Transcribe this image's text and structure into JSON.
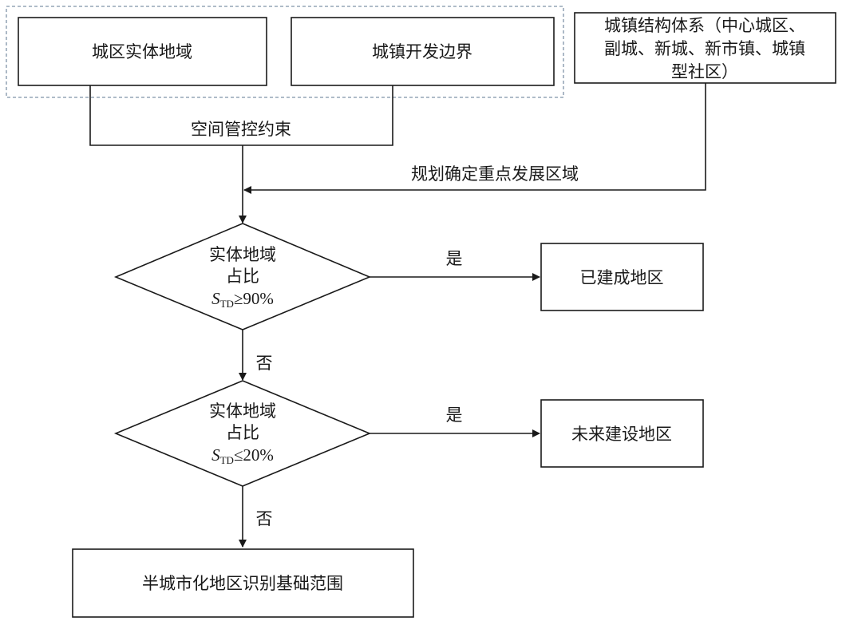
{
  "boxes": {
    "urban_entity": "城区实体地域",
    "town_boundary": "城镇开发边界",
    "structure_line1": "城镇结构体系（中心城区、",
    "structure_line2": "副城、新城、新市镇、城镇",
    "structure_line3": "型社区）",
    "built_area": "已建成地区",
    "future_area": "未来建设地区",
    "semi_urban": "半城市化地区识别基础范围"
  },
  "edges": {
    "spatial_constraint": "空间管控约束",
    "key_area": "规划确定重点发展区域",
    "yes1": "是",
    "no1": "否",
    "yes2": "是",
    "no2": "否"
  },
  "decisions": {
    "d1_line1": "实体地域",
    "d1_line2": "占比",
    "d1_sym": "S",
    "d1_sub": "TD",
    "d1_cond": "≥90%",
    "d2_line1": "实体地域",
    "d2_line2": "占比",
    "d2_sym": "S",
    "d2_sub": "TD",
    "d2_cond": "≤20%"
  },
  "colors": {
    "stroke": "#1a1a1a",
    "dashed_group": "#7f93a8"
  }
}
